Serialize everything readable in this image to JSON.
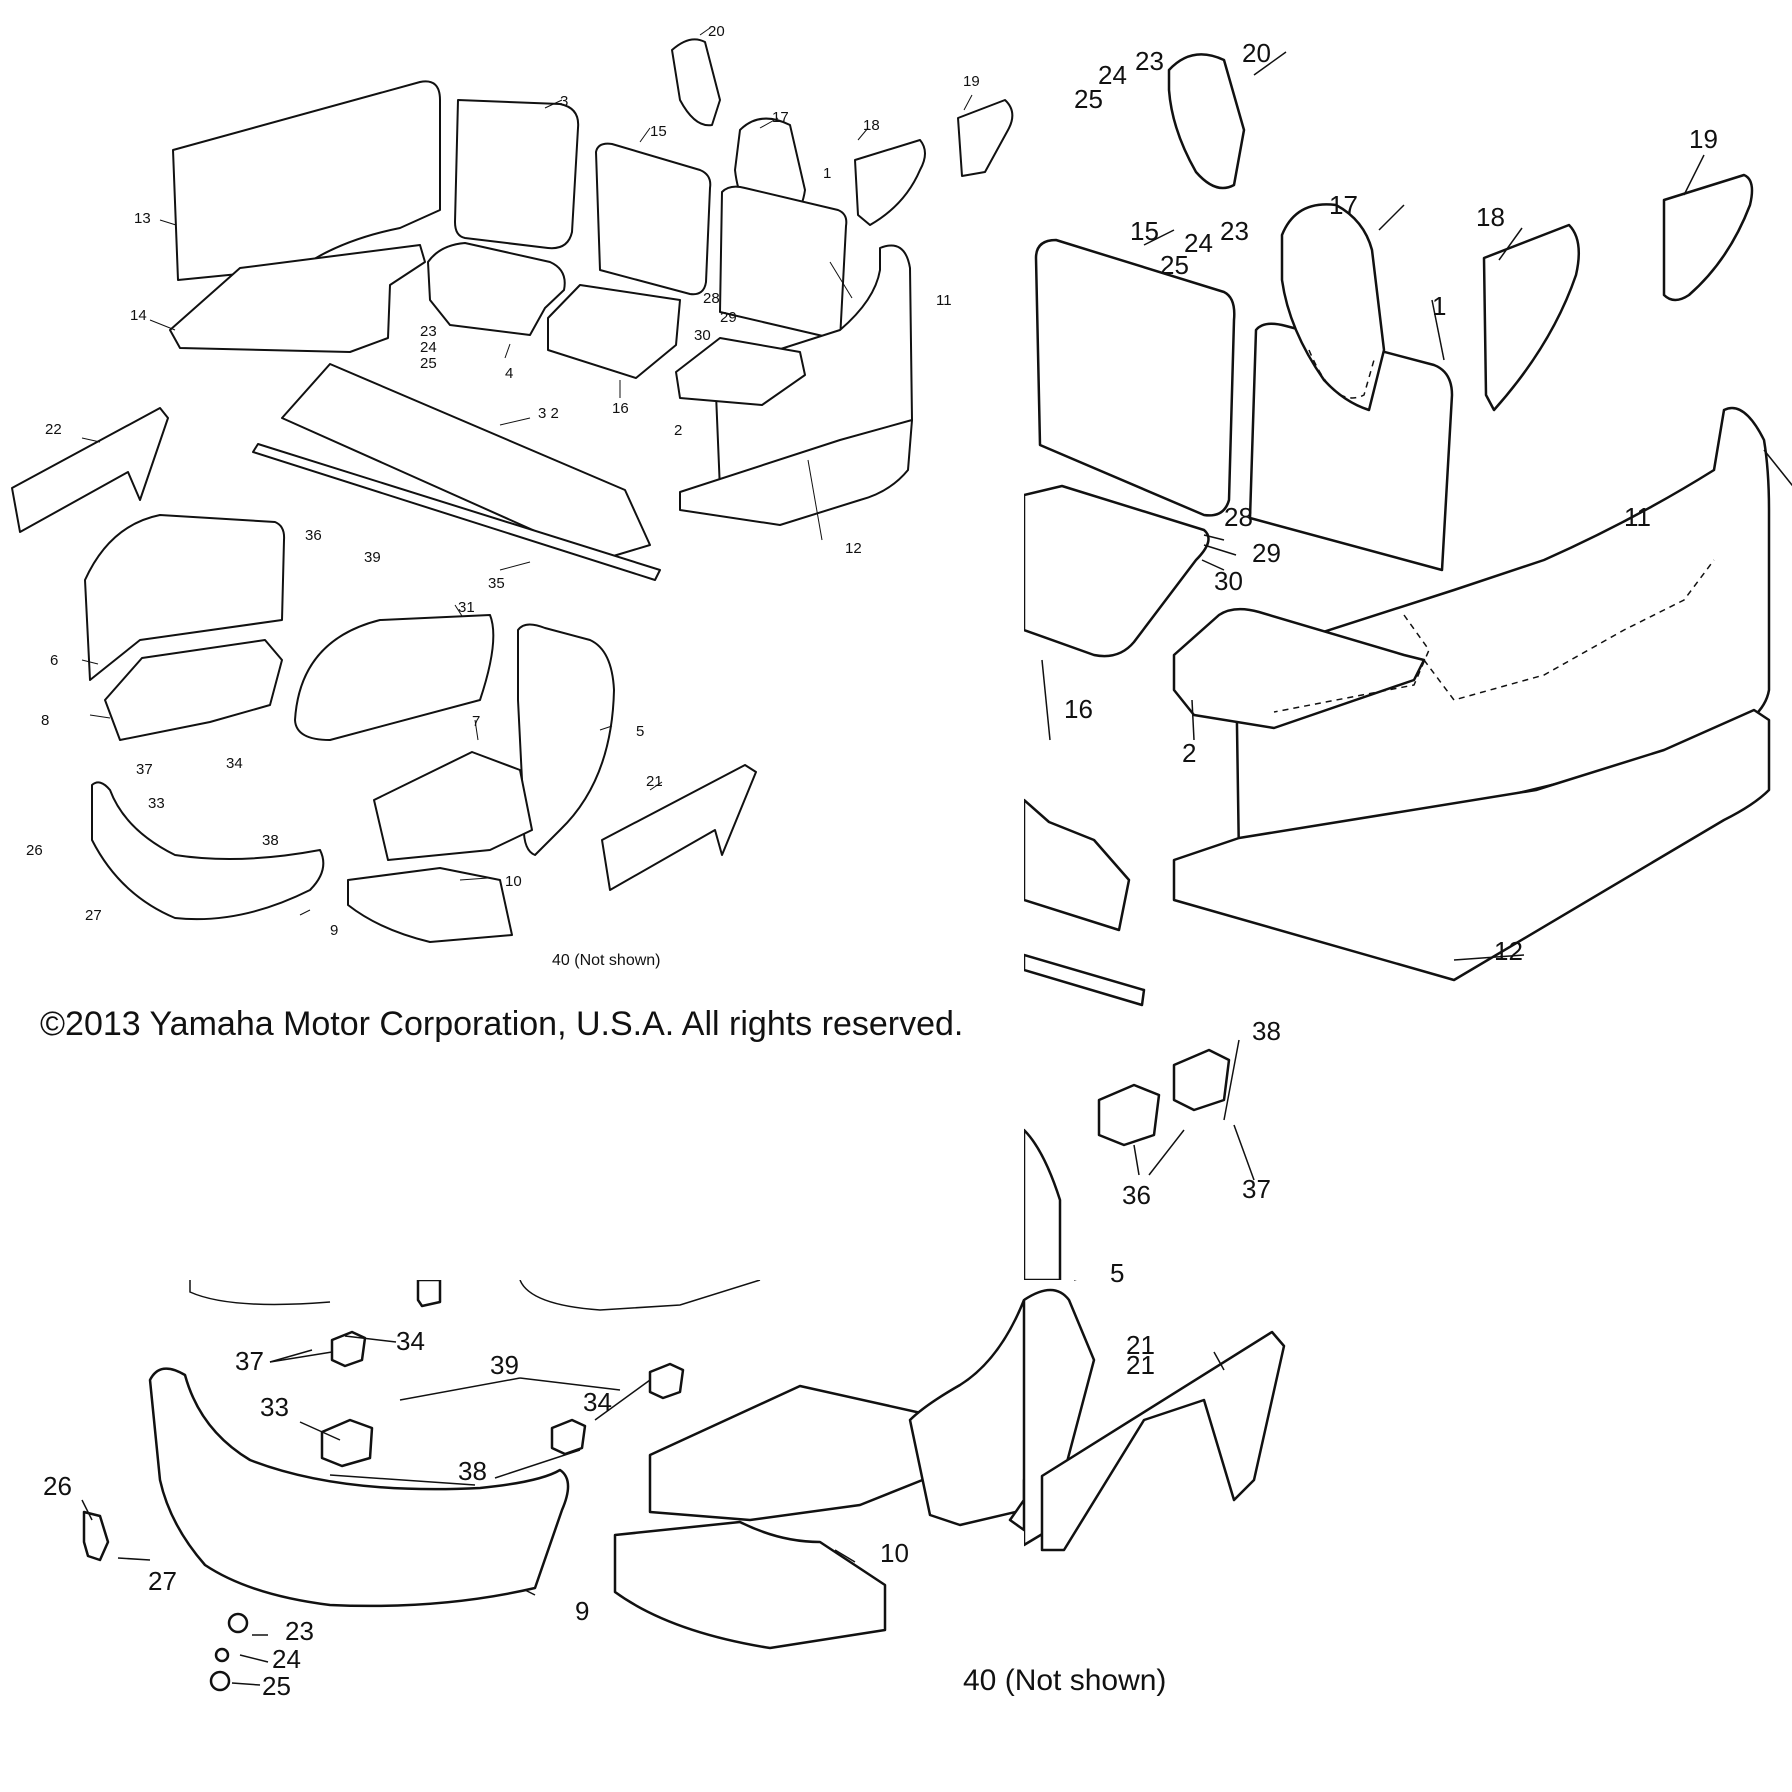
{
  "copyright": "©2013 Yamaha Motor Corporation, U.S.A. All rights reserved.",
  "note_small": "40 (Not shown)",
  "note_large": "40 (Not shown)",
  "labels": {
    "p1": "1",
    "p2": "2",
    "p3": "3",
    "p4": "4",
    "p5": "5",
    "p6": "6",
    "p7": "7",
    "p8": "8",
    "p9": "9",
    "p10": "10",
    "p11": "11",
    "p12": "12",
    "p13": "13",
    "p14": "14",
    "p15": "15",
    "p16": "16",
    "p17": "17",
    "p18": "18",
    "p19": "19",
    "p20": "20",
    "p21": "21",
    "p22": "22",
    "p23": "23",
    "p24": "24",
    "p25": "25",
    "p26": "26",
    "p27": "27",
    "p28": "28",
    "p29": "29",
    "p30": "30",
    "p31": "31",
    "p32": "3 2",
    "p33": "33",
    "p34": "34",
    "p35": "35",
    "p36": "36",
    "p37": "37",
    "p38": "38",
    "p39": "39"
  }
}
